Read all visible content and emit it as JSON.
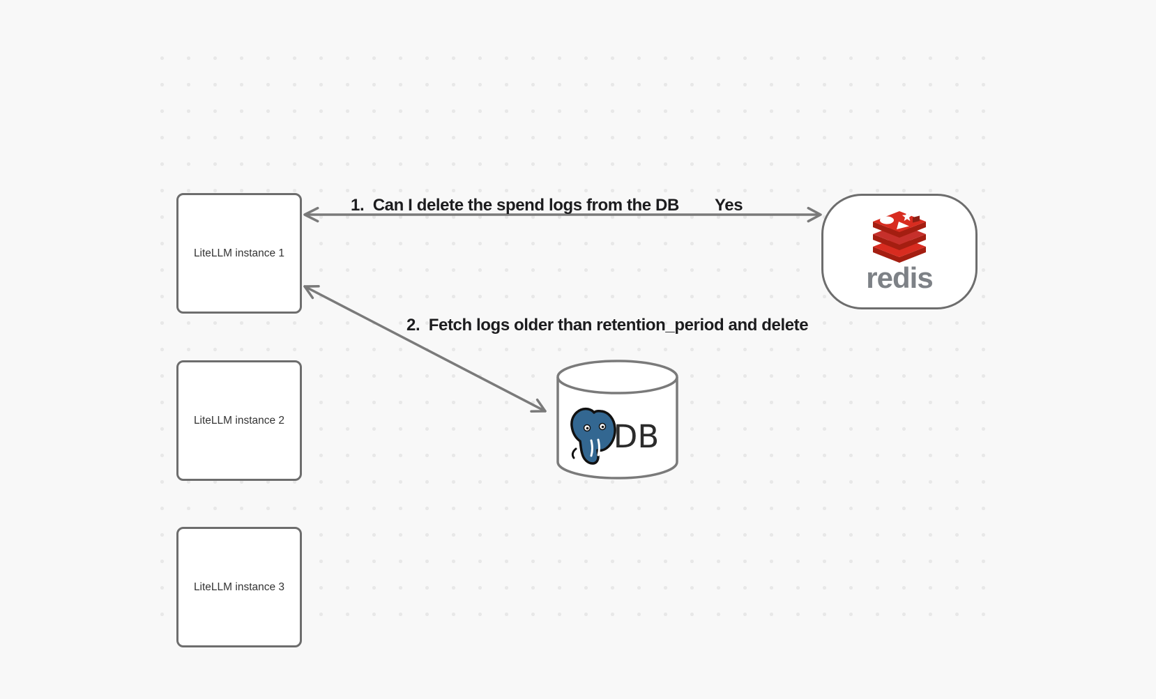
{
  "canvas": {
    "background_color": "#f8f8f8",
    "dot_color": "#e8e8e8"
  },
  "nodes": {
    "instance1": {
      "label": "LiteLLM instance 1"
    },
    "instance2": {
      "label": "LiteLLM instance 2"
    },
    "instance3": {
      "label": "LiteLLM instance 3"
    },
    "redis": {
      "label": "redis"
    },
    "db": {
      "label": "DB"
    }
  },
  "edges": {
    "redis_query": {
      "label": "1.  Can I delete the spend logs from the DB",
      "response": "Yes"
    },
    "db_fetch": {
      "label": "2.  Fetch logs older than retention_period and delete"
    }
  },
  "colors": {
    "node_border": "#6d6d6d",
    "arrow": "#7a7a7a",
    "edge_label_text": "#1c1c1e",
    "node_label_text": "#333333",
    "redis_red": "#d82c20",
    "redis_red_mid": "#c6302b",
    "redis_dark_red": "#a41e11",
    "redis_wordmark": "#7d8186",
    "postgres_blue": "#336791",
    "db_text": "#2b2b2b"
  }
}
